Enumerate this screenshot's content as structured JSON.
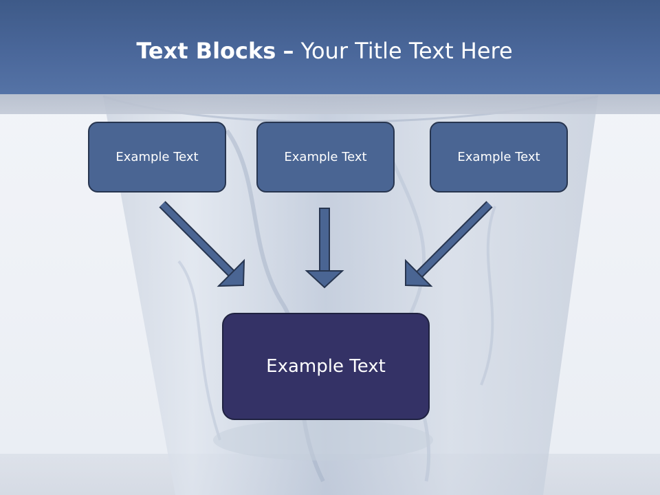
{
  "title": {
    "bold": "Text Blocks",
    "dash": "–",
    "rest": "Your Title Text Here"
  },
  "blocks": [
    {
      "label": "Example Text"
    },
    {
      "label": "Example Text"
    },
    {
      "label": "Example Text"
    }
  ],
  "main_block": {
    "label": "Example Text"
  },
  "colors": {
    "header": "#4a679a",
    "block_fill": "#4a6593",
    "main_fill": "#343266",
    "outline": "#27354f"
  }
}
